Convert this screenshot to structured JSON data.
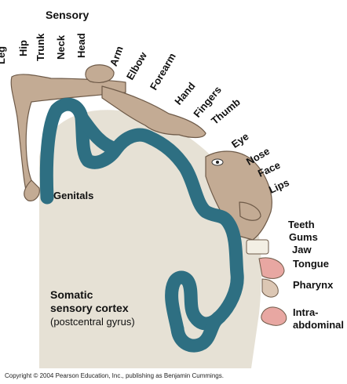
{
  "title": "Sensory",
  "top_labels": [
    "Leg",
    "Hip",
    "Trunk",
    "Neck",
    "Head",
    "Arm",
    "Elbow",
    "Forearm",
    "Hand",
    "Fingers",
    "Thumb",
    "Eye",
    "Nose",
    "Face",
    "Lips"
  ],
  "side_labels": [
    "Genitals",
    "Teeth",
    "Gums",
    "Jaw",
    "Tongue",
    "Pharynx",
    "Intra-",
    "abdominal"
  ],
  "cortex_label": [
    "Somatic",
    "sensory cortex",
    "(postcentral gyrus)"
  ],
  "copyright": "Copyright © 2004 Pearson Education, Inc., publishing as Benjamin Cummings.",
  "colors": {
    "cortex": "#2e6f82",
    "tissue": "#e6e1d5",
    "homunculus": "#c3ab94",
    "homunculus_outline": "#6e5a48",
    "tongue": "#e8a7a2"
  }
}
